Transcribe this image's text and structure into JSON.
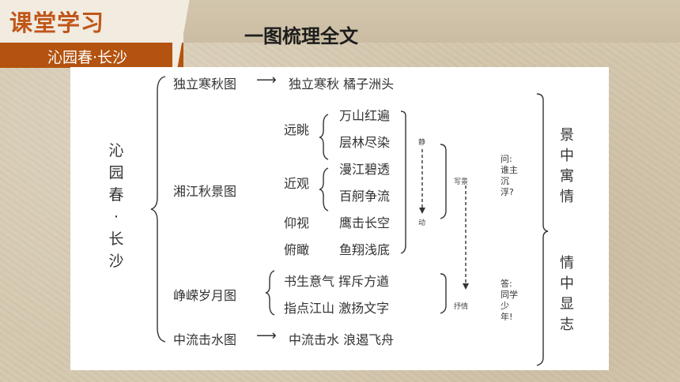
{
  "header": {
    "section_title": "课堂学习",
    "lesson_name": "沁园春·长沙",
    "heading": "一图梳理全文"
  },
  "diagram": {
    "root": [
      "沁",
      "园",
      "春",
      "·",
      "长",
      "沙"
    ],
    "sections": {
      "s1": {
        "label": "独立寒秋图",
        "arrow": "⟶",
        "text": "独立寒秋 橘子洲头"
      },
      "s2": {
        "label": "湘江秋景图"
      },
      "s3": {
        "label": "峥嵘岁月图",
        "line1": "书生意气 挥斥方遒",
        "line2": "指点江山 激扬文字"
      },
      "s4": {
        "label": "中流击水图",
        "arrow": "⟶",
        "text": "中流击水 浪遏飞舟"
      }
    },
    "views": {
      "far": {
        "label": "远眺",
        "items": [
          "万山红遍",
          "层林尽染"
        ]
      },
      "near": {
        "label": "近观",
        "items": [
          "漫江碧透",
          "百舸争流"
        ]
      },
      "up": {
        "label": "仰视",
        "item": "鹰击长空"
      },
      "down": {
        "label": "俯瞰",
        "item": "鱼翔浅底"
      }
    },
    "markers": {
      "jing": "静",
      "dong": "动",
      "xiejing": "写景",
      "shuqing": "抒情"
    },
    "question": [
      "问:",
      "谁主",
      "沉",
      "浮?"
    ],
    "answer": [
      "答:",
      "同学",
      "少",
      "年!"
    ],
    "summary_top": [
      "景",
      "中",
      "寓",
      "情"
    ],
    "summary_bottom": [
      "情",
      "中",
      "显",
      "志"
    ]
  }
}
